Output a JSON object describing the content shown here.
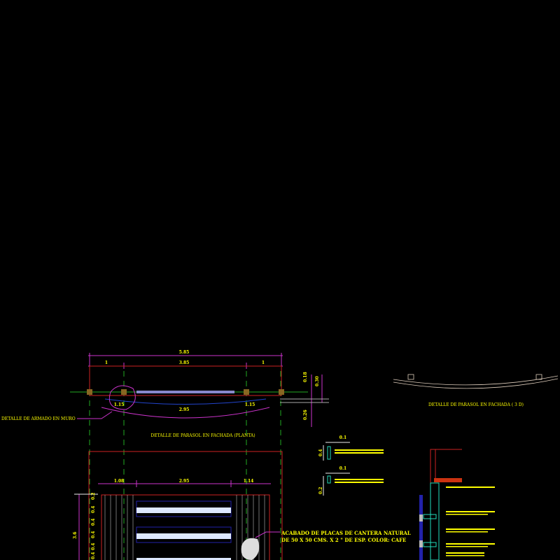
{
  "plan": {
    "title": "DETALLE DE PARASOL EN FACHADA (PLANTA)",
    "dims": {
      "total": "5.85",
      "left": "1",
      "center": "3.85",
      "right": "1",
      "arc": "2.95",
      "left_overhang": "1.15",
      "right_overhang": "1.15",
      "h1": "0.18",
      "h2": "0.30",
      "h3": "0.26"
    },
    "callout": "DETALLE DE ARMADO EN MURO"
  },
  "view3d": {
    "title": "DETALLE DE PARASOL EN FACHADA ( 3 D)"
  },
  "elevation": {
    "dims": {
      "left": "1.08",
      "center": "2.95",
      "right": "1.14",
      "height": "3.6",
      "rows": [
        "0.2",
        "0.4",
        "0.4",
        "0.4",
        "0.4",
        "0.4"
      ]
    },
    "finish_note": [
      "ACABADO DE PLACAS DE CANTERA NATURAL",
      "DE 50 X 50 CMS. X 2 \" DE ESP. COLOR: CAFE"
    ]
  },
  "details": {
    "w1": "0.1",
    "h1": "0.4",
    "w2": "0.1",
    "h2": "0.2"
  },
  "colors": {
    "background": "#000000",
    "text": "#ffff00",
    "dimension": "#cc33cc",
    "outline": "#cc2222",
    "axis": "#22aa22",
    "beam": "#2222aa",
    "rebar": "#22ddbb"
  }
}
